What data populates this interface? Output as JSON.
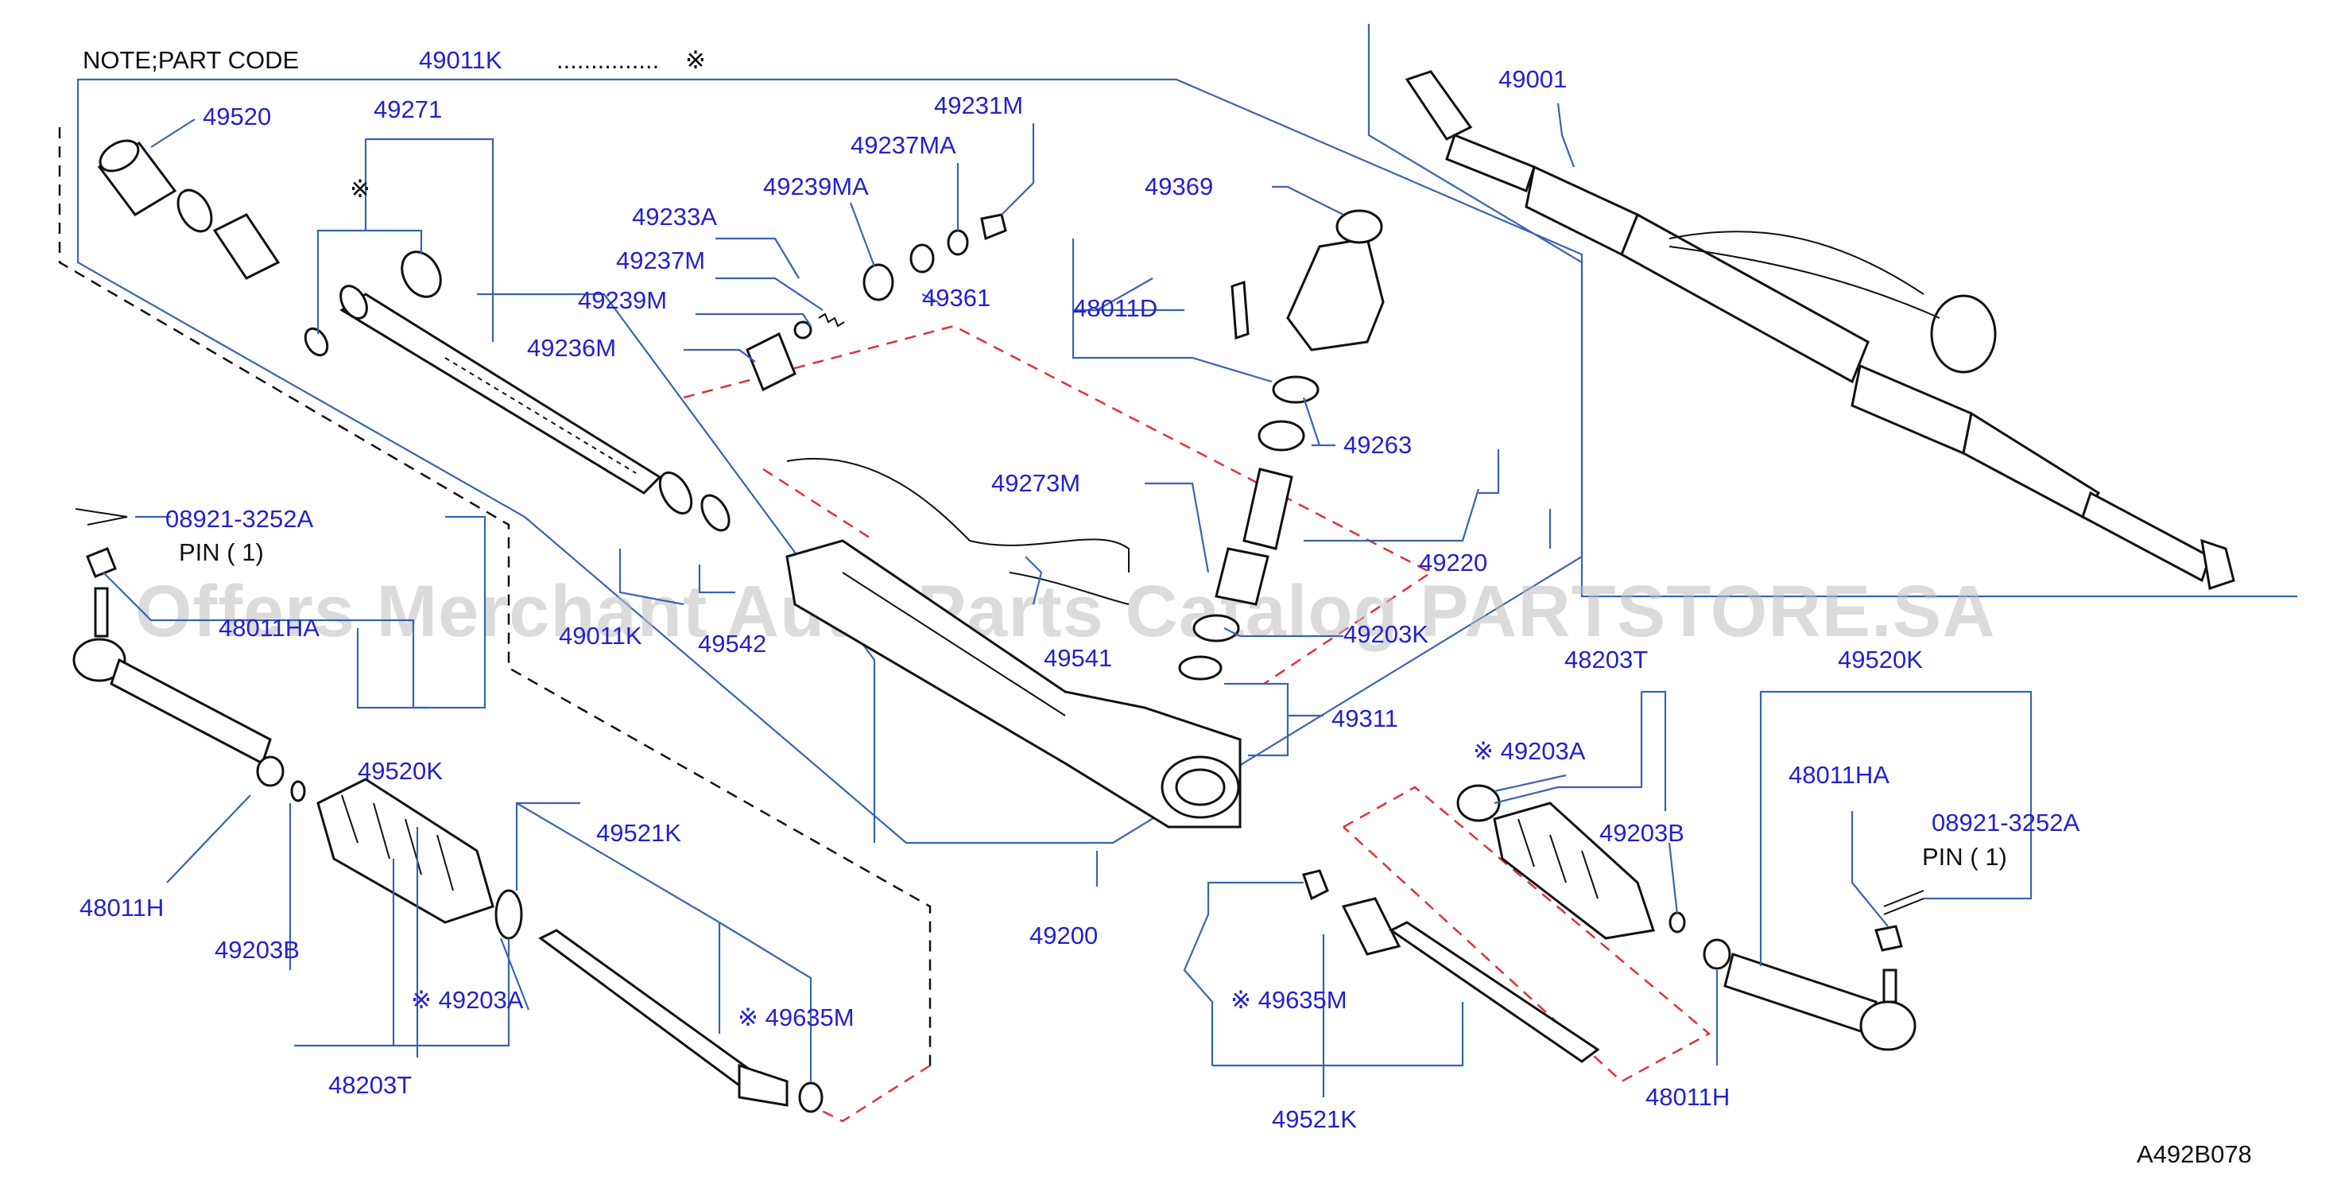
{
  "note": {
    "prefix": "NOTE;PART   CODE",
    "code": "49011K",
    "dots": "...............",
    "mark": "※"
  },
  "catalog_code": "A492B078",
  "watermark": "Offers Merchant Auto Parts Catalog PARTSTORE.SA",
  "labels": {
    "p49520": "49520",
    "p49271": "49271",
    "p49271_mark": "※",
    "p49231M": "49231M",
    "p49237MA": "49237MA",
    "p49239MA": "49239MA",
    "p49233A": "49233A",
    "p49237M": "49237M",
    "p49239M": "49239M",
    "p49236M": "49236M",
    "p49361": "49361",
    "p49369": "49369",
    "p48011D": "48011D",
    "p49263": "49263",
    "p49273M": "49273M",
    "p49220": "49220",
    "p49001": "49001",
    "p08921_left": "08921-3252A",
    "pin_left": "PIN  ( 1)",
    "p48011HA_left": "48011HA",
    "p49011K": "49011K",
    "p49542": "49542",
    "p49541": "49541",
    "p49203K": "49203K",
    "p49311": "49311",
    "p49520K_left": "49520K",
    "p48011H_left": "48011H",
    "p49203B_left": "49203B",
    "p49521K_left": "49521K",
    "p49203A_left": "※ 49203A",
    "p49635M_left": "※ 49635M",
    "p48203T_left": "48203T",
    "p49200": "49200",
    "p48203T_right": "48203T",
    "p49203A_right": "※ 49203A",
    "p49203B_right": "49203B",
    "p49520K_right": "49520K",
    "p48011HA_right": "48011HA",
    "p08921_right": "08921-3252A",
    "pin_right": "PIN    ( 1)",
    "p49635M_right": "※ 49635M",
    "p49521K_right": "49521K",
    "p48011H_right": "48011H"
  },
  "colors": {
    "callout_text": "#2222cc",
    "leader_line": "#3a63b0",
    "guide_dash": "#e0303a",
    "part_outline": "#111111"
  }
}
